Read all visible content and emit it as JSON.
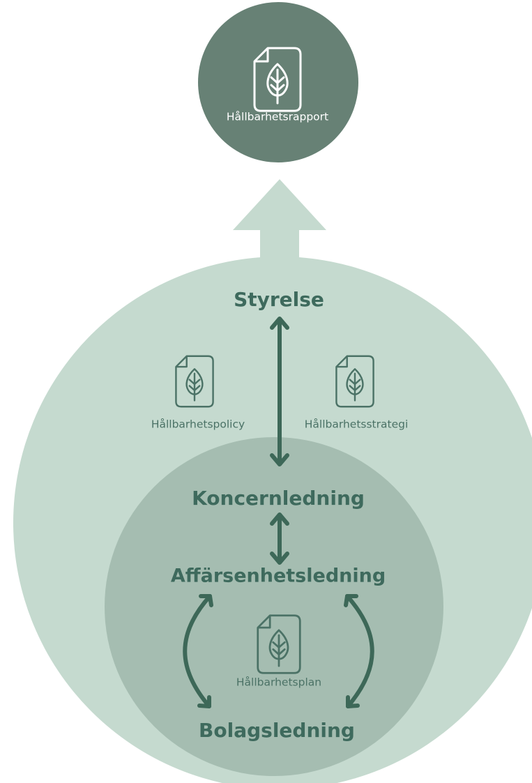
{
  "report": {
    "label": "Hållbarhetsrapport",
    "icon": "leaf-document-icon"
  },
  "levels": {
    "board": "Styrelse",
    "group_management": "Koncernledning",
    "business_unit_management": "Affärsenhetsledning",
    "company_management": "Bolagsledning"
  },
  "documents": {
    "policy": {
      "label": "Hållbarhetspolicy",
      "icon": "leaf-document-icon"
    },
    "strategy": {
      "label": "Hållbarhetsstrategi",
      "icon": "leaf-document-icon"
    },
    "plan": {
      "label": "Hållbarhetsplan",
      "icon": "leaf-document-icon"
    }
  },
  "colors": {
    "report_circle": "#678175",
    "outer_circle": "#c5dacf",
    "inner_circle": "#a5bdb1",
    "label_text": "#3e6a5d",
    "arrow": "#3d6858"
  }
}
